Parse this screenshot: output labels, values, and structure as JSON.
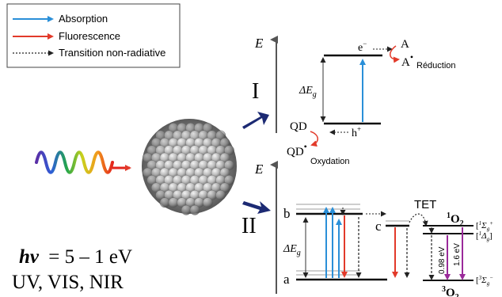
{
  "colors": {
    "absorption": "#2a8fd8",
    "fluorescence": "#e23a2a",
    "nonradiative": "#222222",
    "phosphorescence": "#9a2a9a",
    "arrow_navy": "#1c2a73",
    "level": "#111111",
    "level_shadow": "#bdbdbd",
    "sphere": "#b9b9b9"
  },
  "legend": {
    "items": [
      {
        "label": "Absorption",
        "kind": "absorption"
      },
      {
        "label": "Fluorescence",
        "kind": "fluorescence"
      },
      {
        "label": "Transition non-radiative",
        "kind": "nonradiative"
      }
    ]
  },
  "excitation": {
    "formula_hv": "hν",
    "formula_rest": "= 5 – 1 eV",
    "bands": "UV, VIS, NIR"
  },
  "panel_I": {
    "roman": "I",
    "axis_label": "E",
    "gap_label": "ΔE",
    "gap_sub": "g",
    "electron": "e",
    "electron_sup": "−",
    "acceptor": "A",
    "acceptor_reduced": "A",
    "reduction": "Réduction",
    "hole": "h",
    "hole_sup": "+",
    "donor": "QD",
    "donor_oxidized": "QD",
    "oxidation": "Oxydation"
  },
  "panel_II": {
    "roman": "II",
    "axis_label": "E",
    "level_b": "b",
    "level_a": "a",
    "level_c": "c",
    "gap_label": "ΔE",
    "gap_sub": "g",
    "tet": "TET",
    "singlet_O2": "O",
    "singlet_sup": "1",
    "singlet_sub": "2",
    "triplet_O2": "O",
    "triplet_sup": "3",
    "triplet_sub": "2",
    "state_sigma_g_plus": "Σ",
    "state_delta_g": "Δ",
    "state_sigma_g_minus": "Σ",
    "energy_1": "0.98 eV",
    "energy_2": "1.6 eV"
  }
}
